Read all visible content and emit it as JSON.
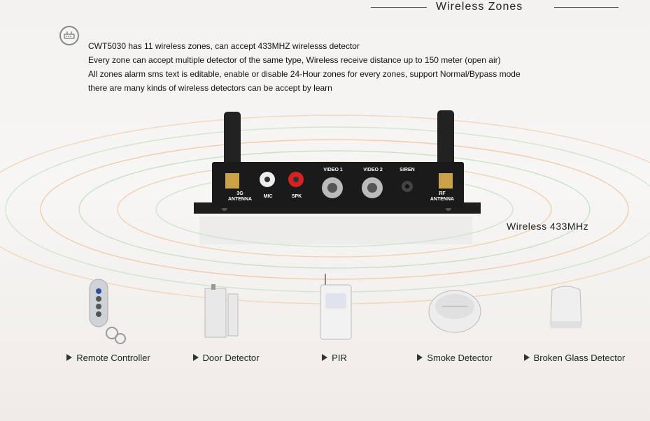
{
  "header": {
    "title": "Wireless Zones"
  },
  "description": {
    "lines": [
      "CWT5030 has 11 wireless zones, can accept 433MHZ wirelesss detector",
      "Every zone can accept multiple detector of the same type, Wireless receive distance up to 150 meter (open air)",
      "All zones alarm sms text is editable, enable or disable 24-Hour zones for every zones, support Normal/Bypass mode",
      "there are many kinds of wireless detectors can be accept by learn"
    ],
    "icon": "router-icon"
  },
  "device": {
    "ports": [
      {
        "label": "3G",
        "sublabel": "ANTENNA"
      },
      {
        "label": "MIC"
      },
      {
        "label": "SPK"
      },
      {
        "label": "VIDEO 1"
      },
      {
        "label": "VIDEO 2"
      },
      {
        "label": "SIREN"
      },
      {
        "label": "RF",
        "sublabel": "ANTENNA"
      }
    ]
  },
  "wireless_label": "Wireless 433MHz",
  "products": [
    {
      "label": "Remote Controller",
      "icon": "remote-controller-icon"
    },
    {
      "label": "Door Detector",
      "icon": "door-detector-icon"
    },
    {
      "label": "PIR",
      "icon": "pir-sensor-icon"
    },
    {
      "label": "Smoke Detector",
      "icon": "smoke-detector-icon"
    },
    {
      "label": "Broken Glass Detector",
      "icon": "glass-break-detector-icon"
    }
  ],
  "colors": {
    "ring_warm": "#f0c39a",
    "ring_green": "#b9dcc0",
    "device_body": "#1a1a1a"
  }
}
